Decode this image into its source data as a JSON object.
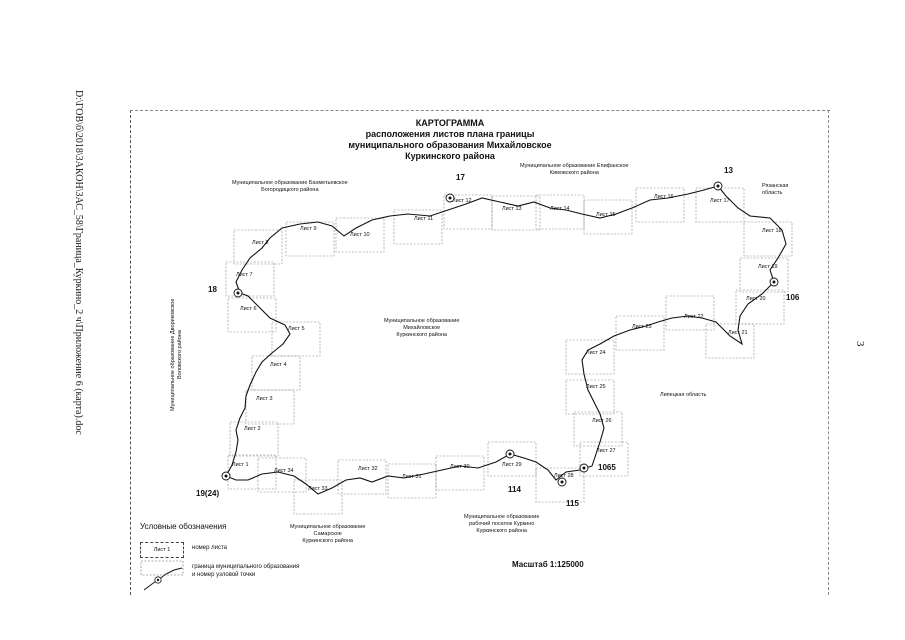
{
  "side_path": "D:\\ГОВ\\б\\2018\\ЗАКОН\\ЗАС_58\\Граница_Куркино_2 ч\\Приложение 6 (карта).doc",
  "page_number": "3",
  "title": {
    "line1": "КАРТОГРАММА",
    "line2": "расположения листов плана границы",
    "line3": "муниципального образования Михайловское",
    "line4": "Куркинского района"
  },
  "regions": {
    "northwest": {
      "line1": "Муниципальное образование Бахметьевское",
      "line2": "Богородицкого района"
    },
    "north": {
      "line1": "Муниципальное образование Епифанское",
      "line2": "Кимовского района"
    },
    "ryazan": {
      "line1": "Рязанская",
      "line2": "область"
    },
    "center": {
      "line1": "Муниципальное образование",
      "line2": "Михайловское",
      "line3": "Куркинского района"
    },
    "lipetsk": "Липецкая область",
    "west": {
      "line1": "Муниципальное образование Двориковское",
      "line2": "Воловского района"
    },
    "south_samarskoe": {
      "line1": "Муниципальное образование",
      "line2": "Самарское",
      "line3": "Куркинского района"
    },
    "south_kurkino": {
      "line1": "Муниципальное образование",
      "line2": "рабочий поселок Куркино",
      "line3": "Куркинского района"
    }
  },
  "sheets": [
    "Лист 1",
    "Лист 2",
    "Лист 3",
    "Лист 4",
    "Лист 5",
    "Лист 6",
    "Лист 7",
    "Лист 8",
    "Лист 9",
    "Лист 10",
    "Лист 11",
    "Лист 12",
    "Лист 13",
    "Лист 14",
    "Лист 15",
    "Лист 16",
    "Лист 17",
    "Лист 18",
    "Лист 19",
    "Лист 20",
    "Лист 21",
    "Лист 22",
    "Лист 23",
    "Лист 24",
    "Лист 25",
    "Лист 26",
    "Лист 27",
    "Лист 28",
    "Лист 29",
    "Лист 30",
    "Лист 31",
    "Лист 32",
    "Лист 33",
    "Лист 34"
  ],
  "nodes": [
    "13",
    "17",
    "18",
    "19(24)",
    "106",
    "1065",
    "114",
    "115"
  ],
  "legend": {
    "title": "Условные обозначения",
    "sheet_sample": "Лист 1",
    "sheet_label": "номер листа",
    "boundary_label_line1": "граница муниципального образования",
    "boundary_label_line2": "и номер узловой точки"
  },
  "scale": "Масштаб 1:125000"
}
